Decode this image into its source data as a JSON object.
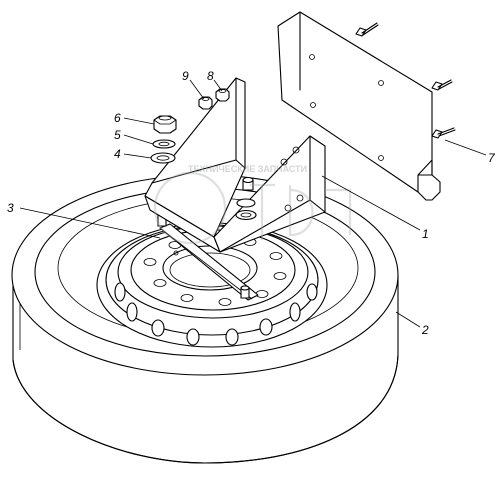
{
  "diagram": {
    "callouts": [
      {
        "id": "c1",
        "label": "1"
      },
      {
        "id": "c2",
        "label": "2"
      },
      {
        "id": "c3",
        "label": "3"
      },
      {
        "id": "c4",
        "label": "4"
      },
      {
        "id": "c5",
        "label": "5"
      },
      {
        "id": "c6",
        "label": "6"
      },
      {
        "id": "c7",
        "label": "7"
      },
      {
        "id": "c8",
        "label": "8"
      },
      {
        "id": "c9",
        "label": "9"
      }
    ],
    "watermark": {
      "text": "ТЕХНИЧЕСКИЕ ЗАПЧАСТИ"
    },
    "colors": {
      "line": "#000000",
      "background": "#ffffff",
      "watermark": "#9aa6a0"
    }
  }
}
